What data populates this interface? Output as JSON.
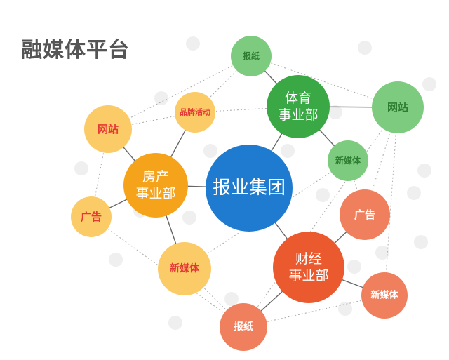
{
  "title": "融媒体平台",
  "colors": {
    "blue": "#1e7bcf",
    "green_dark": "#3aa845",
    "green_light": "#7dcb7e",
    "orange_dark": "#f5a31a",
    "orange_light": "#fbcb67",
    "red_dark": "#eb5a2f",
    "red_light": "#f0805d",
    "ghost": "#efefef",
    "line": "#9a9a9a"
  },
  "nodes": {
    "center": {
      "label": "报业集团"
    },
    "sports": {
      "label": [
        "体育",
        "事业部"
      ]
    },
    "sports_paper": {
      "label": "报纸"
    },
    "sports_web": {
      "label": "网站"
    },
    "sports_media": {
      "label": "新媒体"
    },
    "realestate": {
      "label": [
        "房产",
        "事业部"
      ]
    },
    "re_web": {
      "label": "网站"
    },
    "re_brand": {
      "label": "品牌活动"
    },
    "re_ad": {
      "label": "广告"
    },
    "re_media": {
      "label": "新媒体"
    },
    "finance": {
      "label": [
        "财经",
        "事业部"
      ]
    },
    "fin_ad": {
      "label": "广告"
    },
    "fin_media": {
      "label": "新媒体"
    },
    "fin_paper": {
      "label": "报纸"
    }
  }
}
